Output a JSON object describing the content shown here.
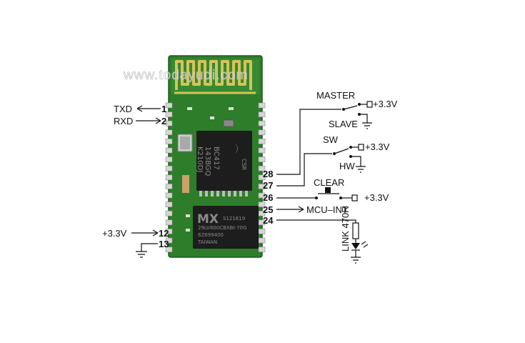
{
  "watermark": "www.todayudi.com",
  "chip": {
    "main_lines": [
      "BC417",
      "143BGQ",
      "K210DJ"
    ],
    "vendor": "CSR",
    "flash_brand": "MX",
    "flash_lines": [
      "S121619",
      "29LV800CBXBI-70G",
      "6Z699400",
      "TAIWAN"
    ]
  },
  "left_pins": [
    {
      "number": "1",
      "label": "TXD",
      "dir": "out"
    },
    {
      "number": "2",
      "label": "RXD",
      "dir": "in"
    },
    {
      "number": "12",
      "label": "+3.3V",
      "dir": "in"
    },
    {
      "number": "13",
      "label": "",
      "dir": "gnd"
    }
  ],
  "right_pins": {
    "p28": "28",
    "p27": "27",
    "p26": "26",
    "p25": "25",
    "p24": "24"
  },
  "switches": {
    "master": "MASTER",
    "slave": "SLAVE",
    "sw": "SW",
    "hw": "HW",
    "clear": "CLEAR",
    "mcu_int": "MCU–INT",
    "supply": "+3.3V",
    "led_label": "LINK 470R"
  },
  "colors": {
    "pcb": "#2e7d2a",
    "antenna": "#d8c25a",
    "chip": "#1d1d1d"
  }
}
